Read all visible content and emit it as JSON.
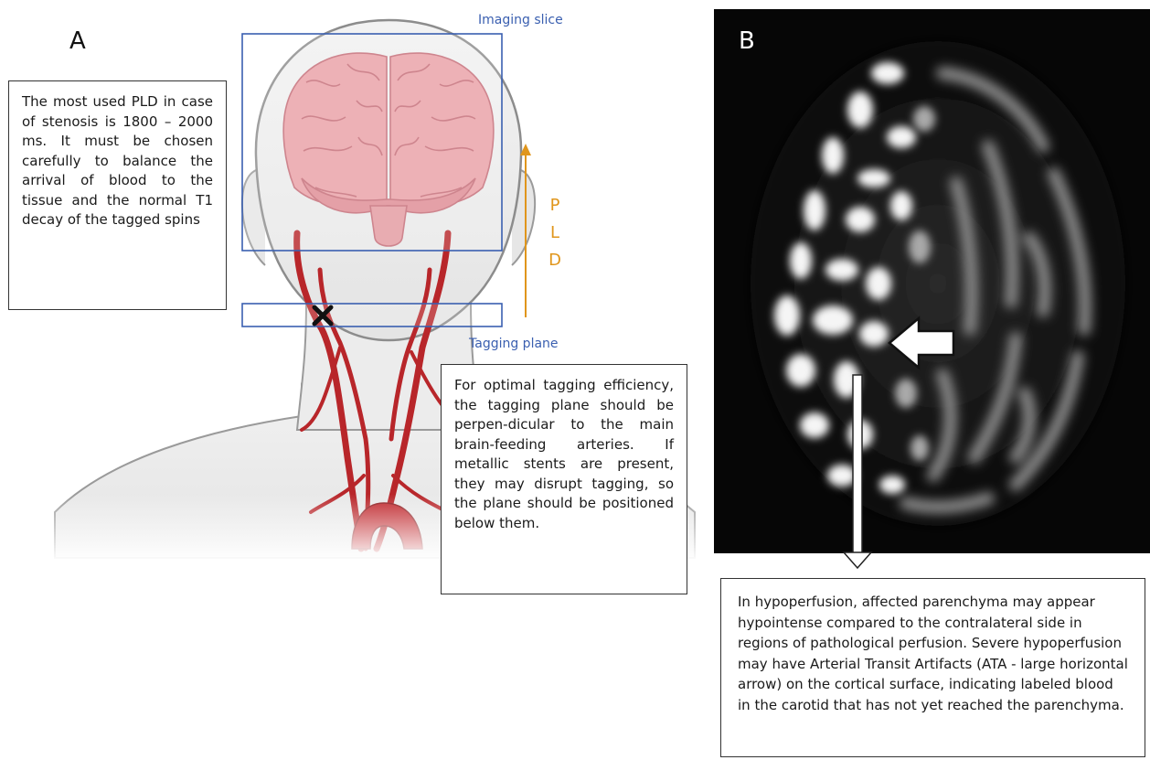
{
  "panel_a": {
    "label": "A",
    "imaging_slice_label": "Imaging slice",
    "tagging_plane_label": "Tagging plane",
    "pld_letters": [
      "P",
      "L",
      "D"
    ],
    "pld_text": "The most used PLD in case of stenosis is 1800 – 2000 ms. It must be chosen carefully to balance the arrival of blood to the tissue and the normal T1 decay of the tagged spins",
    "tagging_text": "For optimal tagging efficiency, the tagging plane should be perpen-dicular to the main brain-feeding arteries. If metallic stents are present, they may disrupt tagging, so the plane should be positioned below them.",
    "colors": {
      "frame": "#3a5fb0",
      "pld_arrow": "#e0961c",
      "artery": "#b8262a",
      "brain": "#e9a0a6"
    }
  },
  "panel_b": {
    "label": "B",
    "hypoperfusion_text": "In hypoperfusion, affected parenchyma may appear hypointense compared to the contralateral side in regions of pathological perfusion. Severe hypoperfusion may have Arterial Transit Artifacts (ATA - large horizontal arrow) on the cortical surface, indicating labeled blood in the carotid that has not yet reached the parenchyma."
  }
}
